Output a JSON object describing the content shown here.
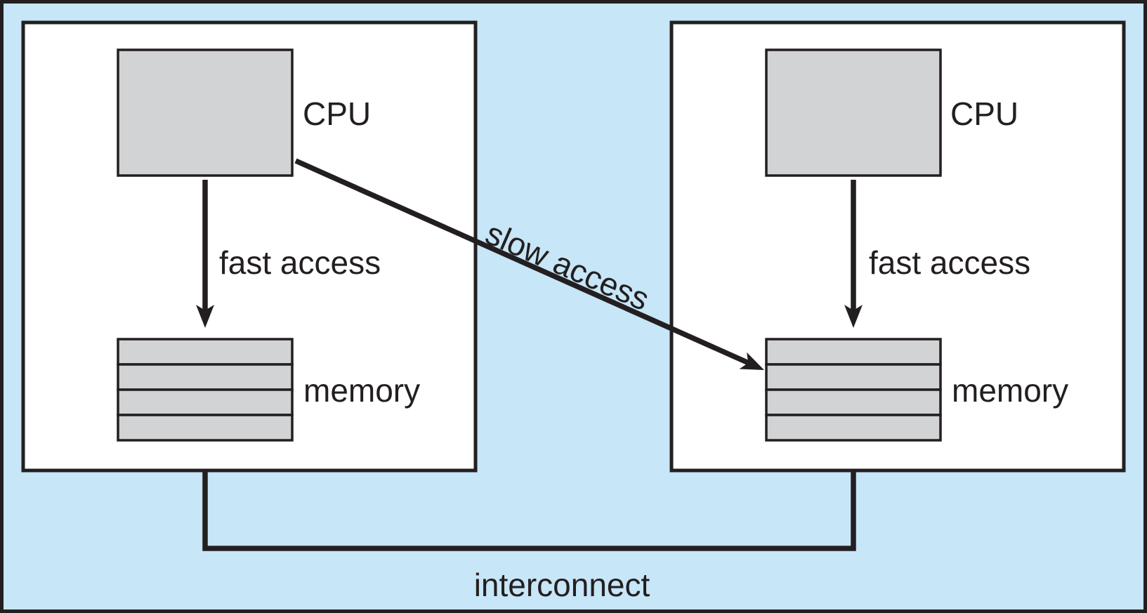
{
  "figure": {
    "type": "numa-architecture-diagram",
    "nodes": [
      {
        "cpu_label": "CPU",
        "fast_access_label": "fast access",
        "memory_label": "memory",
        "memory_rows": 4
      },
      {
        "cpu_label": "CPU",
        "fast_access_label": "fast access",
        "memory_label": "memory",
        "memory_rows": 4
      }
    ],
    "slow_access_label": "slow access",
    "interconnect_label": "interconnect"
  },
  "colors": {
    "background": "#c7e6f7",
    "node_fill": "#ffffff",
    "box_fill": "#d2d3d4",
    "stroke": "#231f20",
    "text": "#231f20"
  }
}
